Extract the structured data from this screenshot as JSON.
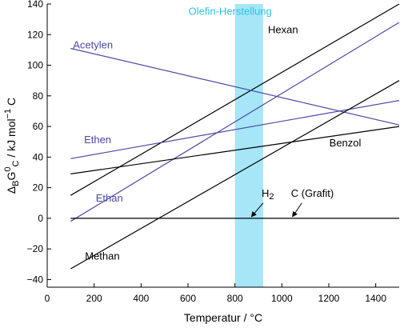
{
  "chart_data": {
    "type": "line",
    "xlabel": "Temperatur / °C",
    "ylabel": {
      "delta": "Δ",
      "sub_b": "B",
      "g": "G",
      "sup_0": "0",
      "sub_c": "C",
      "unit": " / kJ mol",
      "sup_minus1": "−1",
      "tail": " C"
    },
    "xlim": [
      0,
      1500
    ],
    "ylim": [
      -45,
      140
    ],
    "xticks": [
      0,
      200,
      400,
      600,
      800,
      1000,
      1200,
      1400
    ],
    "yticks": [
      -40,
      -20,
      0,
      20,
      40,
      60,
      80,
      100,
      120,
      140
    ],
    "grid": false,
    "colors": {
      "black": "#000000",
      "blue": "#4a4aa8",
      "band": "#a6e6f7",
      "band_label": "#29c4e0"
    },
    "band": {
      "label": "Olefin-Herstellung",
      "x0": 800,
      "x1": 920
    },
    "series": [
      {
        "name": "Hexan",
        "color": "#000000",
        "x": [
          100,
          1500
        ],
        "y": [
          15,
          140
        ]
      },
      {
        "name": "Acetylen",
        "color": "#4a4aa8",
        "x": [
          100,
          1500
        ],
        "y": [
          111,
          61
        ]
      },
      {
        "name": "Ethen",
        "color": "#4a4aa8",
        "x": [
          100,
          1500
        ],
        "y": [
          39,
          77
        ]
      },
      {
        "name": "Ethan",
        "color": "#4a4aa8",
        "x": [
          100,
          1500
        ],
        "y": [
          -2,
          128
        ]
      },
      {
        "name": "Benzol",
        "color": "#000000",
        "x": [
          100,
          1500
        ],
        "y": [
          29,
          60
        ]
      },
      {
        "name": "Methan",
        "color": "#000000",
        "x": [
          100,
          1500
        ],
        "y": [
          -33,
          90
        ]
      },
      {
        "name": "C (Grafit)",
        "color": "#000000",
        "x": [
          100,
          1500
        ],
        "y": [
          0,
          0
        ]
      }
    ],
    "labels": [
      {
        "text": "Hexan",
        "x": 1005,
        "y": 121,
        "color": "#000000"
      },
      {
        "text": "Acetylen",
        "x": 195,
        "y": 111,
        "color": "#4a4aa8"
      },
      {
        "text": "Ethen",
        "x": 215,
        "y": 49,
        "color": "#4a4aa8"
      },
      {
        "text": "Ethan",
        "x": 265,
        "y": 11,
        "color": "#4a4aa8"
      },
      {
        "text": "Benzol",
        "x": 1270,
        "y": 47,
        "color": "#000000"
      },
      {
        "text": "Methan",
        "x": 235,
        "y": -27,
        "color": "#000000"
      }
    ],
    "annotations": [
      {
        "text": "H",
        "sub": "2",
        "tx": 940,
        "ty": 14,
        "ax0": 920,
        "ay0": 10,
        "ax1": 870,
        "ay1": 1
      },
      {
        "text": "C (Grafit)",
        "sub": "",
        "tx": 1130,
        "ty": 14,
        "ax0": 1085,
        "ay0": 10,
        "ax1": 1045,
        "ay1": 1
      }
    ]
  }
}
